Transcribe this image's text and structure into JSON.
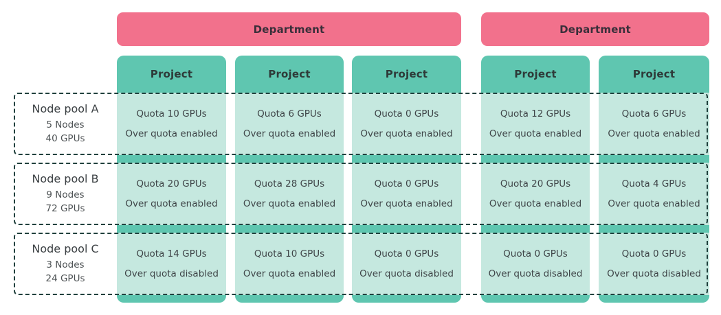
{
  "colors": {
    "department_bg": "#F2718C",
    "project_header_bg": "#5FC6B0",
    "quota_cell_bg": "#C5E8DF",
    "dashed_border": "#20403D",
    "quota_text": "#3F4548",
    "heading_text": "#3A2F3A",
    "project_header_text": "#2E3B39",
    "pool_name_text": "#3C4144",
    "pool_sub_text": "#4D5254"
  },
  "departments": [
    {
      "label": "Department"
    },
    {
      "label": "Department"
    }
  ],
  "projects": [
    {
      "label": "Project"
    },
    {
      "label": "Project"
    },
    {
      "label": "Project"
    },
    {
      "label": "Project"
    },
    {
      "label": "Project"
    }
  ],
  "node_pools": [
    {
      "name": "Node pool A",
      "nodes": "5 Nodes",
      "gpus": "40 GPUs"
    },
    {
      "name": "Node pool B",
      "nodes": "9 Nodes",
      "gpus": "72 GPUs"
    },
    {
      "name": "Node pool C",
      "nodes": "3 Nodes",
      "gpus": "24 GPUs"
    }
  ],
  "quotas": [
    [
      {
        "quota": "Quota 10 GPUs",
        "over": "Over quota enabled"
      },
      {
        "quota": "Quota 6 GPUs",
        "over": "Over quota enabled"
      },
      {
        "quota": "Quota 0 GPUs",
        "over": "Over quota enabled"
      },
      {
        "quota": "Quota 12 GPUs",
        "over": "Over quota enabled"
      },
      {
        "quota": "Quota 6 GPUs",
        "over": "Over quota enabled"
      }
    ],
    [
      {
        "quota": "Quota 20 GPUs",
        "over": "Over quota enabled"
      },
      {
        "quota": "Quota 28 GPUs",
        "over": "Over quota enabled"
      },
      {
        "quota": "Quota 0 GPUs",
        "over": "Over quota enabled"
      },
      {
        "quota": "Quota 20 GPUs",
        "over": "Over quota enabled"
      },
      {
        "quota": "Quota 4 GPUs",
        "over": "Over quota enabled"
      }
    ],
    [
      {
        "quota": "Quota 14 GPUs",
        "over": "Over quota disabled"
      },
      {
        "quota": "Quota 10 GPUs",
        "over": "Over quota enabled"
      },
      {
        "quota": "Quota 0 GPUs",
        "over": "Over quota disabled"
      },
      {
        "quota": "Quota 0 GPUs",
        "over": "Over quota disabled"
      },
      {
        "quota": "Quota 0 GPUs",
        "over": "Over quota disabled"
      }
    ]
  ]
}
